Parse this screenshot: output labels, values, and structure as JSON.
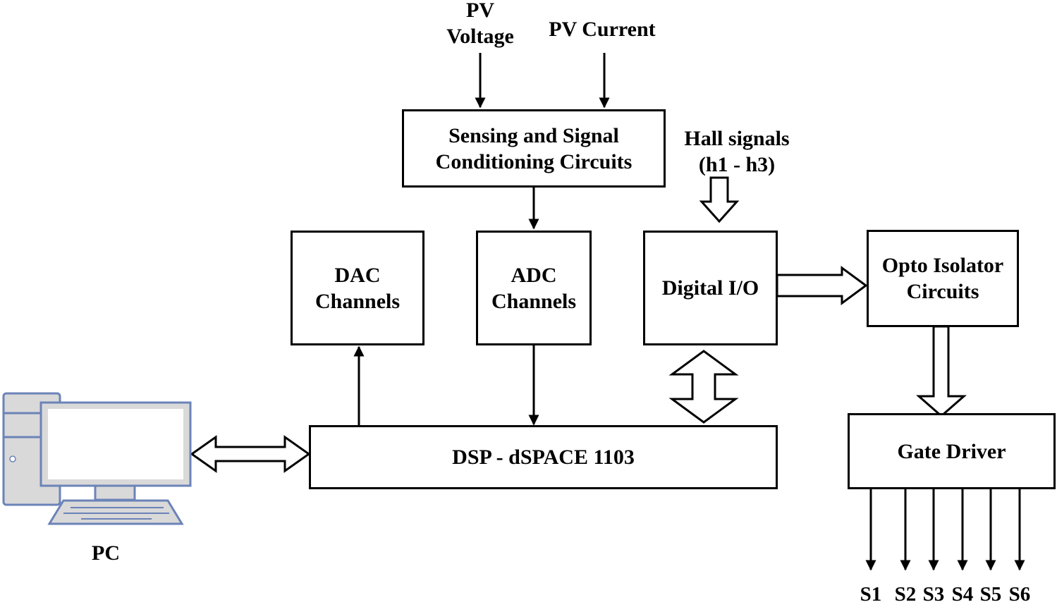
{
  "inputs": {
    "pv_voltage": [
      "PV",
      "Voltage"
    ],
    "pv_current": "PV Current",
    "hall_signals": [
      "Hall signals",
      "(h1 - h3)"
    ]
  },
  "blocks": {
    "sensing": [
      "Sensing and Signal",
      "Conditioning Circuits"
    ],
    "dac": [
      "DAC",
      "Channels"
    ],
    "adc": [
      "ADC",
      "Channels"
    ],
    "digital_io": "Digital I/O",
    "opto": [
      "Opto Isolator",
      "Circuits"
    ],
    "dsp": "DSP - dSPACE 1103",
    "gate_driver": "Gate Driver"
  },
  "pc_label": "PC",
  "outputs": [
    "S1",
    "S2",
    "S3",
    "S4",
    "S5",
    "S6"
  ],
  "colors": {
    "pc_outline": "#6b83b8",
    "pc_fill": "#d9d9d9",
    "stroke": "#000000"
  }
}
